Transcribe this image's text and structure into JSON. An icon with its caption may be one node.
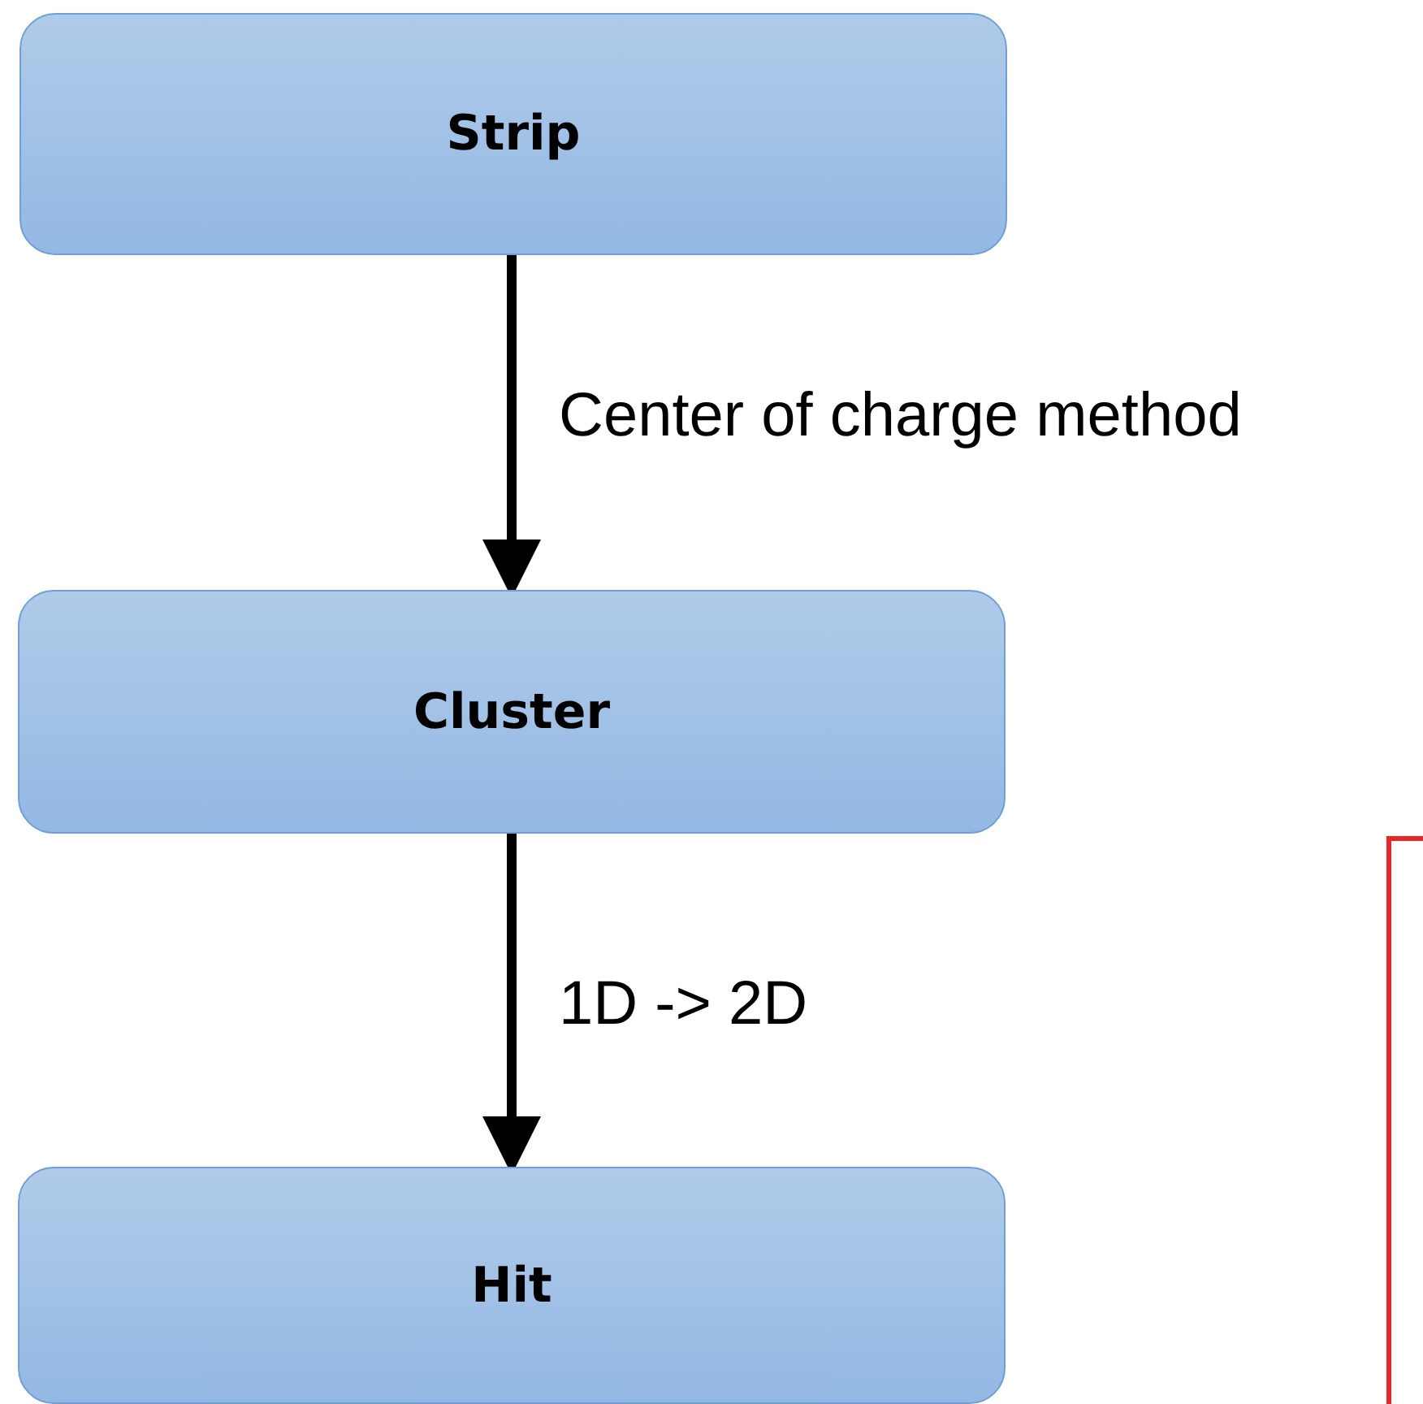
{
  "diagram": {
    "nodes": [
      {
        "text": [
          "Strip"
        ]
      },
      {
        "text": [
          "Cluster"
        ]
      },
      {
        "text": [
          "Hit"
        ]
      }
    ],
    "edges": [
      {
        "from": 0,
        "to": 1,
        "arrow": "to",
        "label": "Center of charge method"
      },
      {
        "from": 1,
        "to": 2,
        "arrow": "to",
        "label": "1D -> 2D"
      }
    ]
  }
}
